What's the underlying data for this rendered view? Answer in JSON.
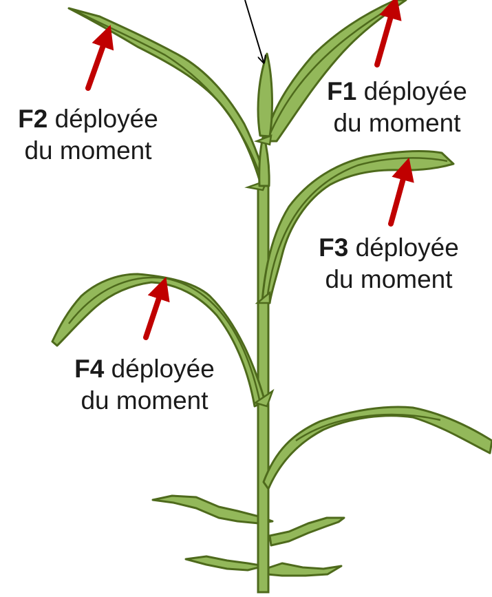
{
  "labels": {
    "f1": {
      "code": "F1",
      "line1_rest": " déployée",
      "line2": "du moment"
    },
    "f2": {
      "code": "F2",
      "line1_rest": " déployée",
      "line2": "du moment"
    },
    "f3": {
      "code": "F3",
      "line1_rest": " déployée",
      "line2": "du moment"
    },
    "f4": {
      "code": "F4",
      "line1_rest": " déployée",
      "line2": "du moment"
    }
  },
  "colors": {
    "leaf_fill": "#93b85a",
    "leaf_outline": "#4e6a1c",
    "arrow_red": "#c00000",
    "pointer_black": "#000000"
  }
}
